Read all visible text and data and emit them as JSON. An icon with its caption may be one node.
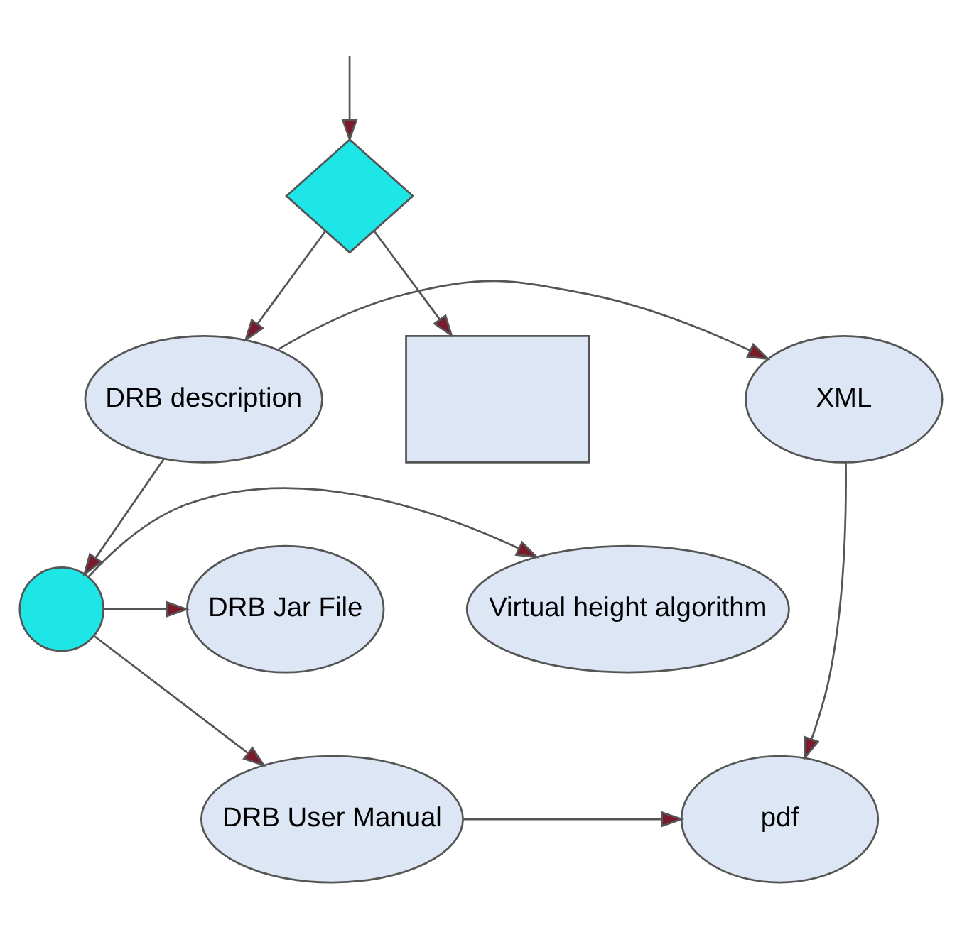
{
  "diagram": {
    "nodes": [
      {
        "text": [],
        "shape": "diamond"
      },
      {
        "text": [],
        "shape": "box"
      },
      {
        "text": [
          "DRB description"
        ]
      },
      {
        "text": [
          "XML"
        ]
      },
      {
        "text": [],
        "shape": "circle"
      },
      {
        "text": [
          "DRB Jar File"
        ]
      },
      {
        "text": [
          "Virtual height algorithm"
        ]
      },
      {
        "text": [
          "DRB User Manual"
        ]
      },
      {
        "text": [
          "pdf"
        ]
      }
    ],
    "edges": [
      {
        "from": null,
        "to": 0,
        "arrow": "to"
      },
      {
        "from": 0,
        "to": 1,
        "arrow": "to"
      },
      {
        "from": 0,
        "to": 2,
        "arrow": "to"
      },
      {
        "from": 2,
        "to": 3,
        "arrow": "to"
      },
      {
        "from": 2,
        "to": 4,
        "arrow": "to"
      },
      {
        "from": 4,
        "to": 5,
        "arrow": "to"
      },
      {
        "from": 4,
        "to": 6,
        "arrow": "to"
      },
      {
        "from": 4,
        "to": 7,
        "arrow": "to"
      },
      {
        "from": 3,
        "to": 8,
        "arrow": "to"
      },
      {
        "from": 7,
        "to": 8,
        "arrow": "to"
      }
    ]
  }
}
